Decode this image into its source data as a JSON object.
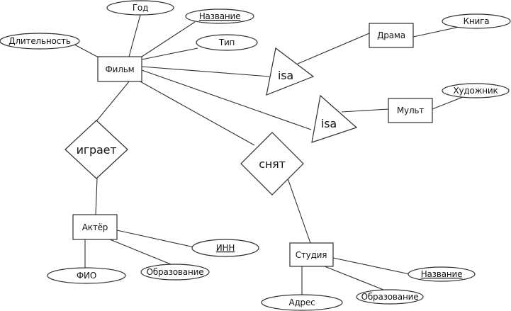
{
  "diagram": {
    "kind": "er-diagram",
    "background": "#ffffff",
    "colors": {
      "stroke": "#2e2e2e",
      "text": "#141414",
      "fill": "#ffffff"
    },
    "entities": [
      {
        "id": "film",
        "label": "Фильм"
      },
      {
        "id": "drama",
        "label": "Драма"
      },
      {
        "id": "mult",
        "label": "Мульт"
      },
      {
        "id": "actor",
        "label": "Актёр"
      },
      {
        "id": "studio",
        "label": "Студия"
      }
    ],
    "attributes": [
      {
        "id": "year",
        "label": "Год",
        "key": false,
        "of": "film"
      },
      {
        "id": "film-title",
        "label": "Название",
        "key": true,
        "of": "film"
      },
      {
        "id": "duration",
        "label": "Длительность",
        "key": false,
        "of": "film"
      },
      {
        "id": "type",
        "label": "Тип",
        "key": false,
        "of": "film"
      },
      {
        "id": "book",
        "label": "Книга",
        "key": false,
        "of": "drama"
      },
      {
        "id": "artist",
        "label": "Художник",
        "key": false,
        "of": "mult"
      },
      {
        "id": "inn",
        "label": "ИНН",
        "key": true,
        "of": "actor"
      },
      {
        "id": "fio",
        "label": "ФИО",
        "key": false,
        "of": "actor"
      },
      {
        "id": "actor-education",
        "label": "Образование",
        "key": false,
        "of": "actor"
      },
      {
        "id": "studio-title",
        "label": "Название",
        "key": true,
        "of": "studio"
      },
      {
        "id": "studio-education",
        "label": "Образование",
        "key": false,
        "of": "studio"
      },
      {
        "id": "address",
        "label": "Адрес",
        "key": false,
        "of": "studio"
      }
    ],
    "relationships": [
      {
        "id": "plays",
        "label": "играет"
      },
      {
        "id": "shot",
        "label": "снят"
      }
    ],
    "isa_nodes": [
      {
        "id": "isa-drama",
        "label": "isa"
      },
      {
        "id": "isa-mult",
        "label": "isa"
      }
    ],
    "edges": [
      {
        "from": "Длительность",
        "to": "Фильм"
      },
      {
        "from": "Год",
        "to": "Фильм"
      },
      {
        "from": "Название",
        "to": "Фильм"
      },
      {
        "from": "Тип",
        "to": "Фильм"
      },
      {
        "from": "Фильм",
        "to": "isa"
      },
      {
        "from": "isa",
        "to": "Драма"
      },
      {
        "from": "Драма",
        "to": "Книга"
      },
      {
        "from": "Фильм",
        "to": "isa"
      },
      {
        "from": "isa",
        "to": "Мульт"
      },
      {
        "from": "Мульт",
        "to": "Художник"
      },
      {
        "from": "Фильм",
        "to": "играет"
      },
      {
        "from": "играет",
        "to": "Актёр"
      },
      {
        "from": "Актёр",
        "to": "ИНН"
      },
      {
        "from": "Актёр",
        "to": "ФИО"
      },
      {
        "from": "Актёр",
        "to": "Образование"
      },
      {
        "from": "Фильм",
        "to": "снят"
      },
      {
        "from": "снят",
        "to": "Студия"
      },
      {
        "from": "Студия",
        "to": "Название"
      },
      {
        "from": "Студия",
        "to": "Образование"
      },
      {
        "from": "Студия",
        "to": "Адрес"
      }
    ]
  }
}
